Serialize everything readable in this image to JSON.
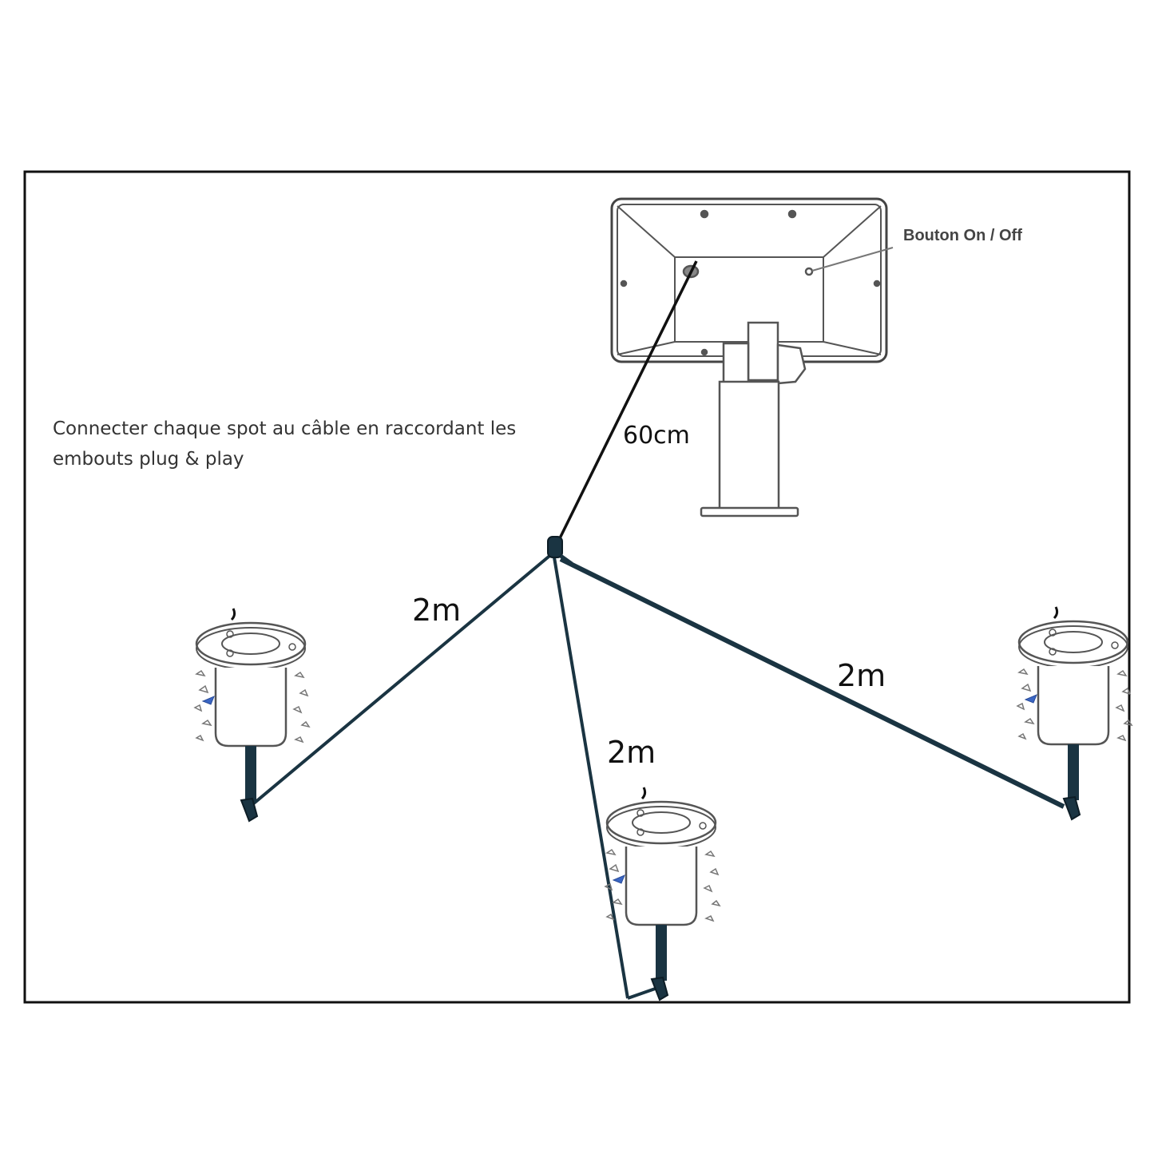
{
  "instruction": {
    "line1": "Connecter chaque spot au câble en raccordant les",
    "line2": "embouts plug & play"
  },
  "panel": {
    "button_label": "Bouton On / Off",
    "cable_length": "60cm"
  },
  "spots": {
    "left_length": "2m",
    "middle_length": "2m",
    "right_length": "2m"
  },
  "colors": {
    "cable": "#1a3442",
    "panel_cable": "#111111",
    "outline": "#555555",
    "frame": "#111111"
  }
}
